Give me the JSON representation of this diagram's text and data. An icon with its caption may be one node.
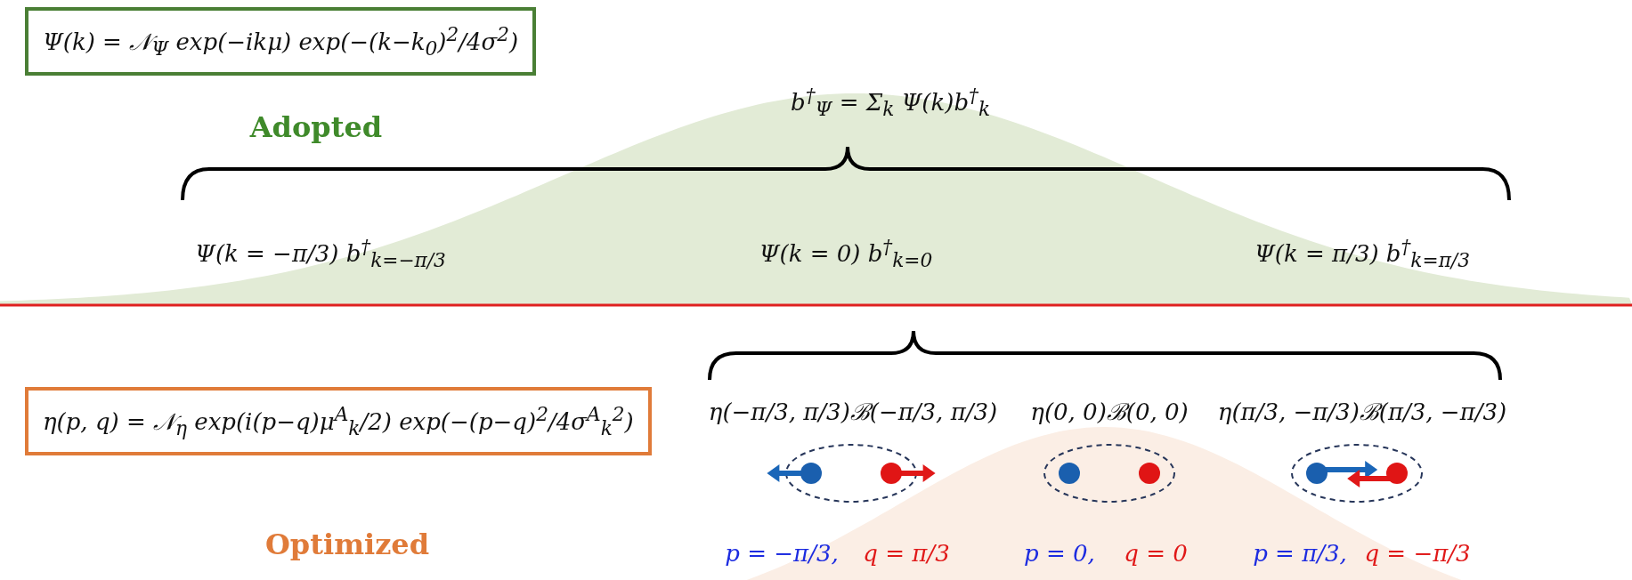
{
  "diagram": {
    "nodes": [
      {
        "text": [
          "Ψ(k) = 𝒩$_{Ψ}$ exp(−ikμ) exp(−(k−k$_{0}$)$^{2}$/4σ$^{2}$)"
        ],
        "beside": [
          "Adopted"
        ]
      },
      {
        "text": [
          "η(p, q) = 𝒩$_{η}$ exp(i(p−q)μ$^{A}$$_{k}$/2) exp(−(p−q)$^{2}$/4σ$^{A}$$_{k}$$^{2}$)"
        ],
        "beside": [
          "Optimized"
        ]
      },
      {
        "text": [],
        "shape": "ellipse"
      },
      {
        "text": [],
        "shape": "ellipse"
      },
      {
        "text": [],
        "shape": "ellipse"
      }
    ],
    "edges": [],
    "labels": [
      "b$^{†}$$_{Ψ}$ = Σ$_{k}$ Ψ(k)b$^{†}$$_{k}$",
      "Ψ(k = −π/3) b$^{†}$$_{k=−π/3}$",
      "Ψ(k = 0) b$^{†}$$_{k=0}$",
      "Ψ(k = π/3) b$^{†}$$_{k=π/3}$",
      "η(−π/3, π/3)ℬ(−π/3, π/3)",
      "η(0, 0)ℬ(0, 0)",
      "η(π/3, −π/3)ℬ(π/3, −π/3)",
      "p = −π/3,",
      "q = π/3",
      "p = 0,",
      "q = 0",
      "p = π/3,",
      "q = −π/3"
    ]
  }
}
